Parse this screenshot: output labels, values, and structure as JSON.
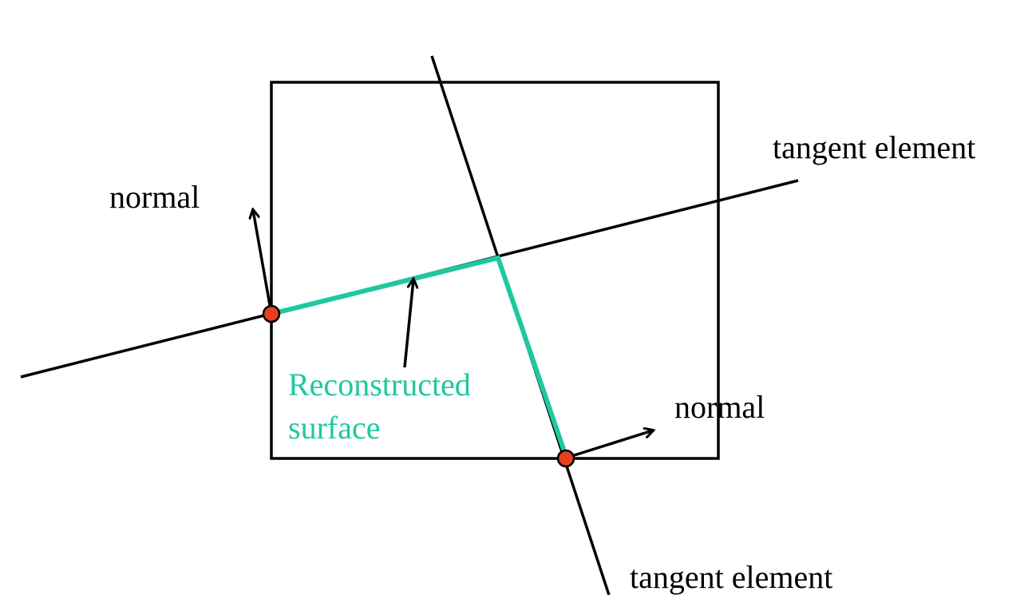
{
  "labels": {
    "normal_left": "normal",
    "normal_right": "normal",
    "tangent_top": "tangent element",
    "tangent_bottom": "tangent element",
    "reconstructed_line1": "Reconstructed",
    "reconstructed_line2": "surface"
  },
  "colors": {
    "stroke": "#000000",
    "surface": "#1ec8a0",
    "point_fill": "#e8401c"
  }
}
